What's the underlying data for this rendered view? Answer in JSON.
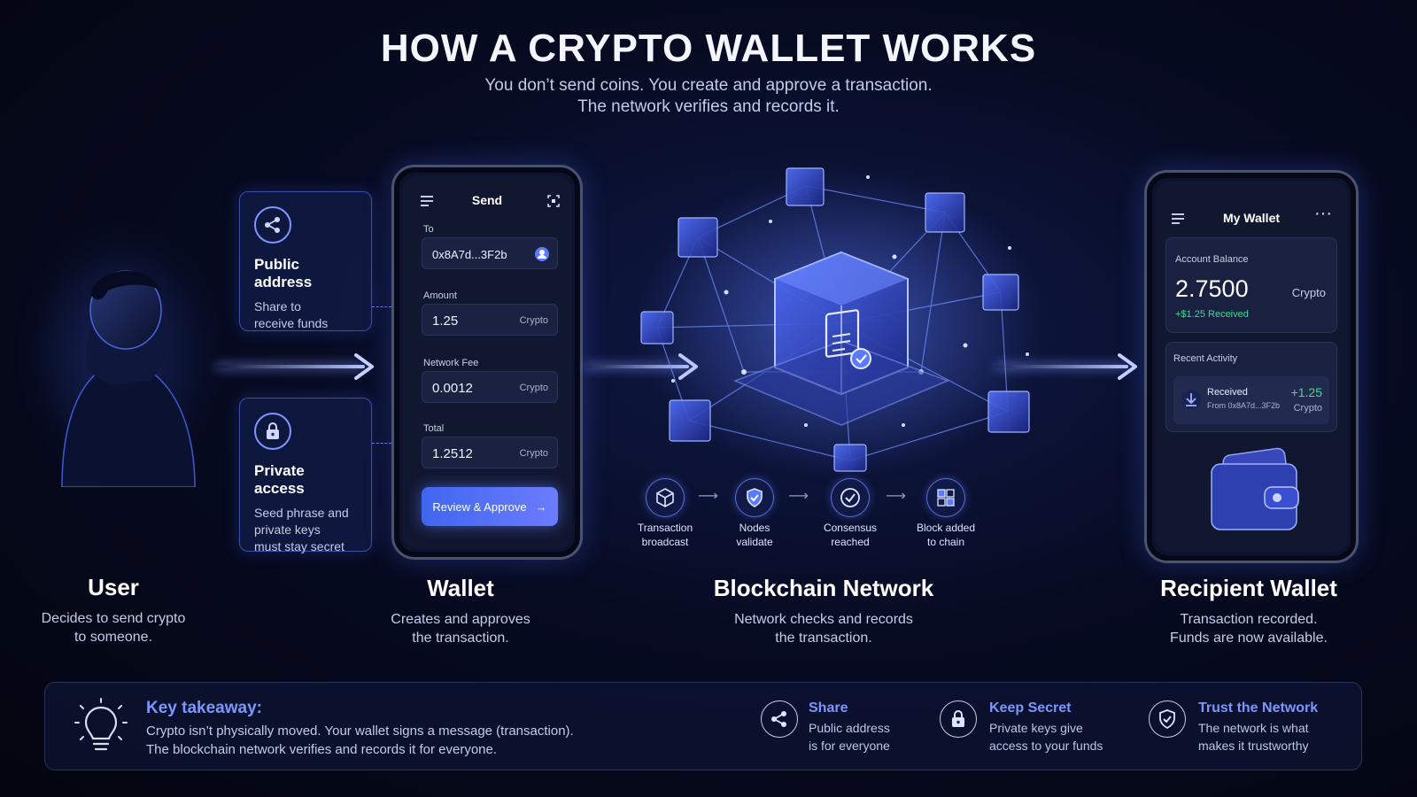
{
  "header": {
    "title": "HOW A CRYPTO WALLET WORKS",
    "subtitle_line1": "You don’t send coins. You create and approve a transaction.",
    "subtitle_line2": "The network verifies and records it."
  },
  "cards": {
    "public": {
      "title": "Public address",
      "line1": "Share to",
      "line2": "receive funds",
      "icon": "share-icon"
    },
    "private": {
      "title": "Private access",
      "line1": "Seed phrase and",
      "line2": "private keys",
      "line3": "must stay secret",
      "icon": "lock-icon"
    }
  },
  "wallet_phone": {
    "header": "Send",
    "to_label": "To",
    "to_value": "0x8A7d...3F2b",
    "amount_label": "Amount",
    "amount_value": "1.25",
    "amount_unit": "Crypto",
    "fee_label": "Network Fee",
    "fee_value": "0.0012",
    "fee_unit": "Crypto",
    "total_label": "Total",
    "total_value": "1.2512",
    "total_unit": "Crypto",
    "button": "Review & Approve",
    "button_arrow": "→"
  },
  "network_steps": [
    {
      "label1": "Transaction",
      "label2": "broadcast",
      "icon": "cube-icon"
    },
    {
      "label1": "Nodes",
      "label2": "validate",
      "icon": "shield-check-icon"
    },
    {
      "label1": "Consensus",
      "label2": "reached",
      "icon": "check-circle-icon"
    },
    {
      "label1": "Block added",
      "label2": "to chain",
      "icon": "blocks-icon"
    }
  ],
  "step_arrow": "⟶",
  "recipient_phone": {
    "header": "My Wallet",
    "menu": "···",
    "balance_label": "Account Balance",
    "balance_value": "2.7500",
    "balance_unit": "Crypto",
    "received_note": "+$1.25 Received",
    "activity_label": "Recent Activity",
    "activity_title": "Received",
    "activity_from": "From 0x8A7d...3F2b",
    "activity_amount": "+1.25",
    "activity_unit": "Crypto"
  },
  "steps": {
    "user": {
      "title": "User",
      "line1": "Decides to send crypto",
      "line2": "to someone."
    },
    "wallet": {
      "title": "Wallet",
      "line1": "Creates and approves",
      "line2": "the transaction."
    },
    "network": {
      "title": "Blockchain Network",
      "line1": "Network checks and records",
      "line2": "the transaction."
    },
    "recipient": {
      "title": "Recipient Wallet",
      "line1": "Transaction recorded.",
      "line2": "Funds are now available."
    }
  },
  "takeaway": {
    "title": "Key takeaway:",
    "line1": "Crypto isn’t physically moved. Your wallet signs a message (transaction).",
    "line2": "The blockchain network verifies and records it for everyone."
  },
  "tips": [
    {
      "title": "Share",
      "line1": "Public address",
      "line2": "is for everyone",
      "icon": "share-icon"
    },
    {
      "title": "Keep Secret",
      "line1": "Private keys give",
      "line2": "access to your funds",
      "icon": "lock-icon"
    },
    {
      "title": "Trust the Network",
      "line1": "The network is what",
      "line2": "makes it trustworthy",
      "icon": "shield-check-icon"
    }
  ],
  "colors": {
    "accent": "#7c96ff",
    "glow": "#5b7bff",
    "positive": "#3ddc97",
    "background": "#060a1f"
  }
}
